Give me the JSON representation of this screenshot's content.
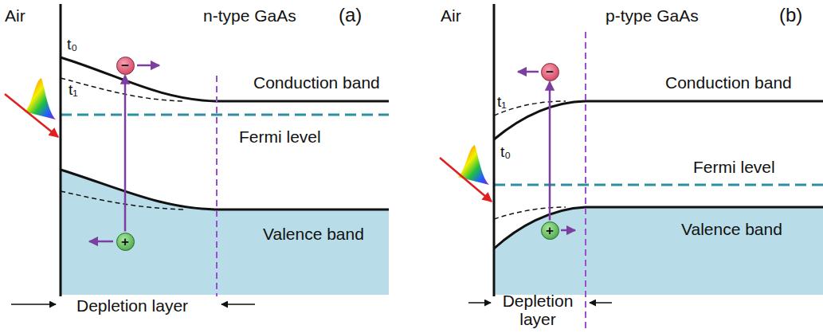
{
  "diagram": {
    "nodes": [
      {
        "text": [
          "−"
        ]
      },
      {
        "text": [
          "+"
        ]
      },
      {
        "text": [
          "−"
        ]
      },
      {
        "text": [
          "+"
        ]
      }
    ],
    "edges": [
      {
        "from": 1,
        "to": 0,
        "arrow": "to"
      },
      {
        "from": 3,
        "to": 2,
        "arrow": "to"
      }
    ],
    "labels": [
      "Air",
      "n-type GaAs",
      "(a)",
      "t₀",
      "t₁",
      "Conduction band",
      "Fermi level",
      "Valence band",
      "Depletion layer",
      "Air",
      "p-type GaAs",
      "(b)",
      "t₁",
      "t₀",
      "Conduction band",
      "Fermi level",
      "Valence band",
      "Depletion layer"
    ]
  }
}
